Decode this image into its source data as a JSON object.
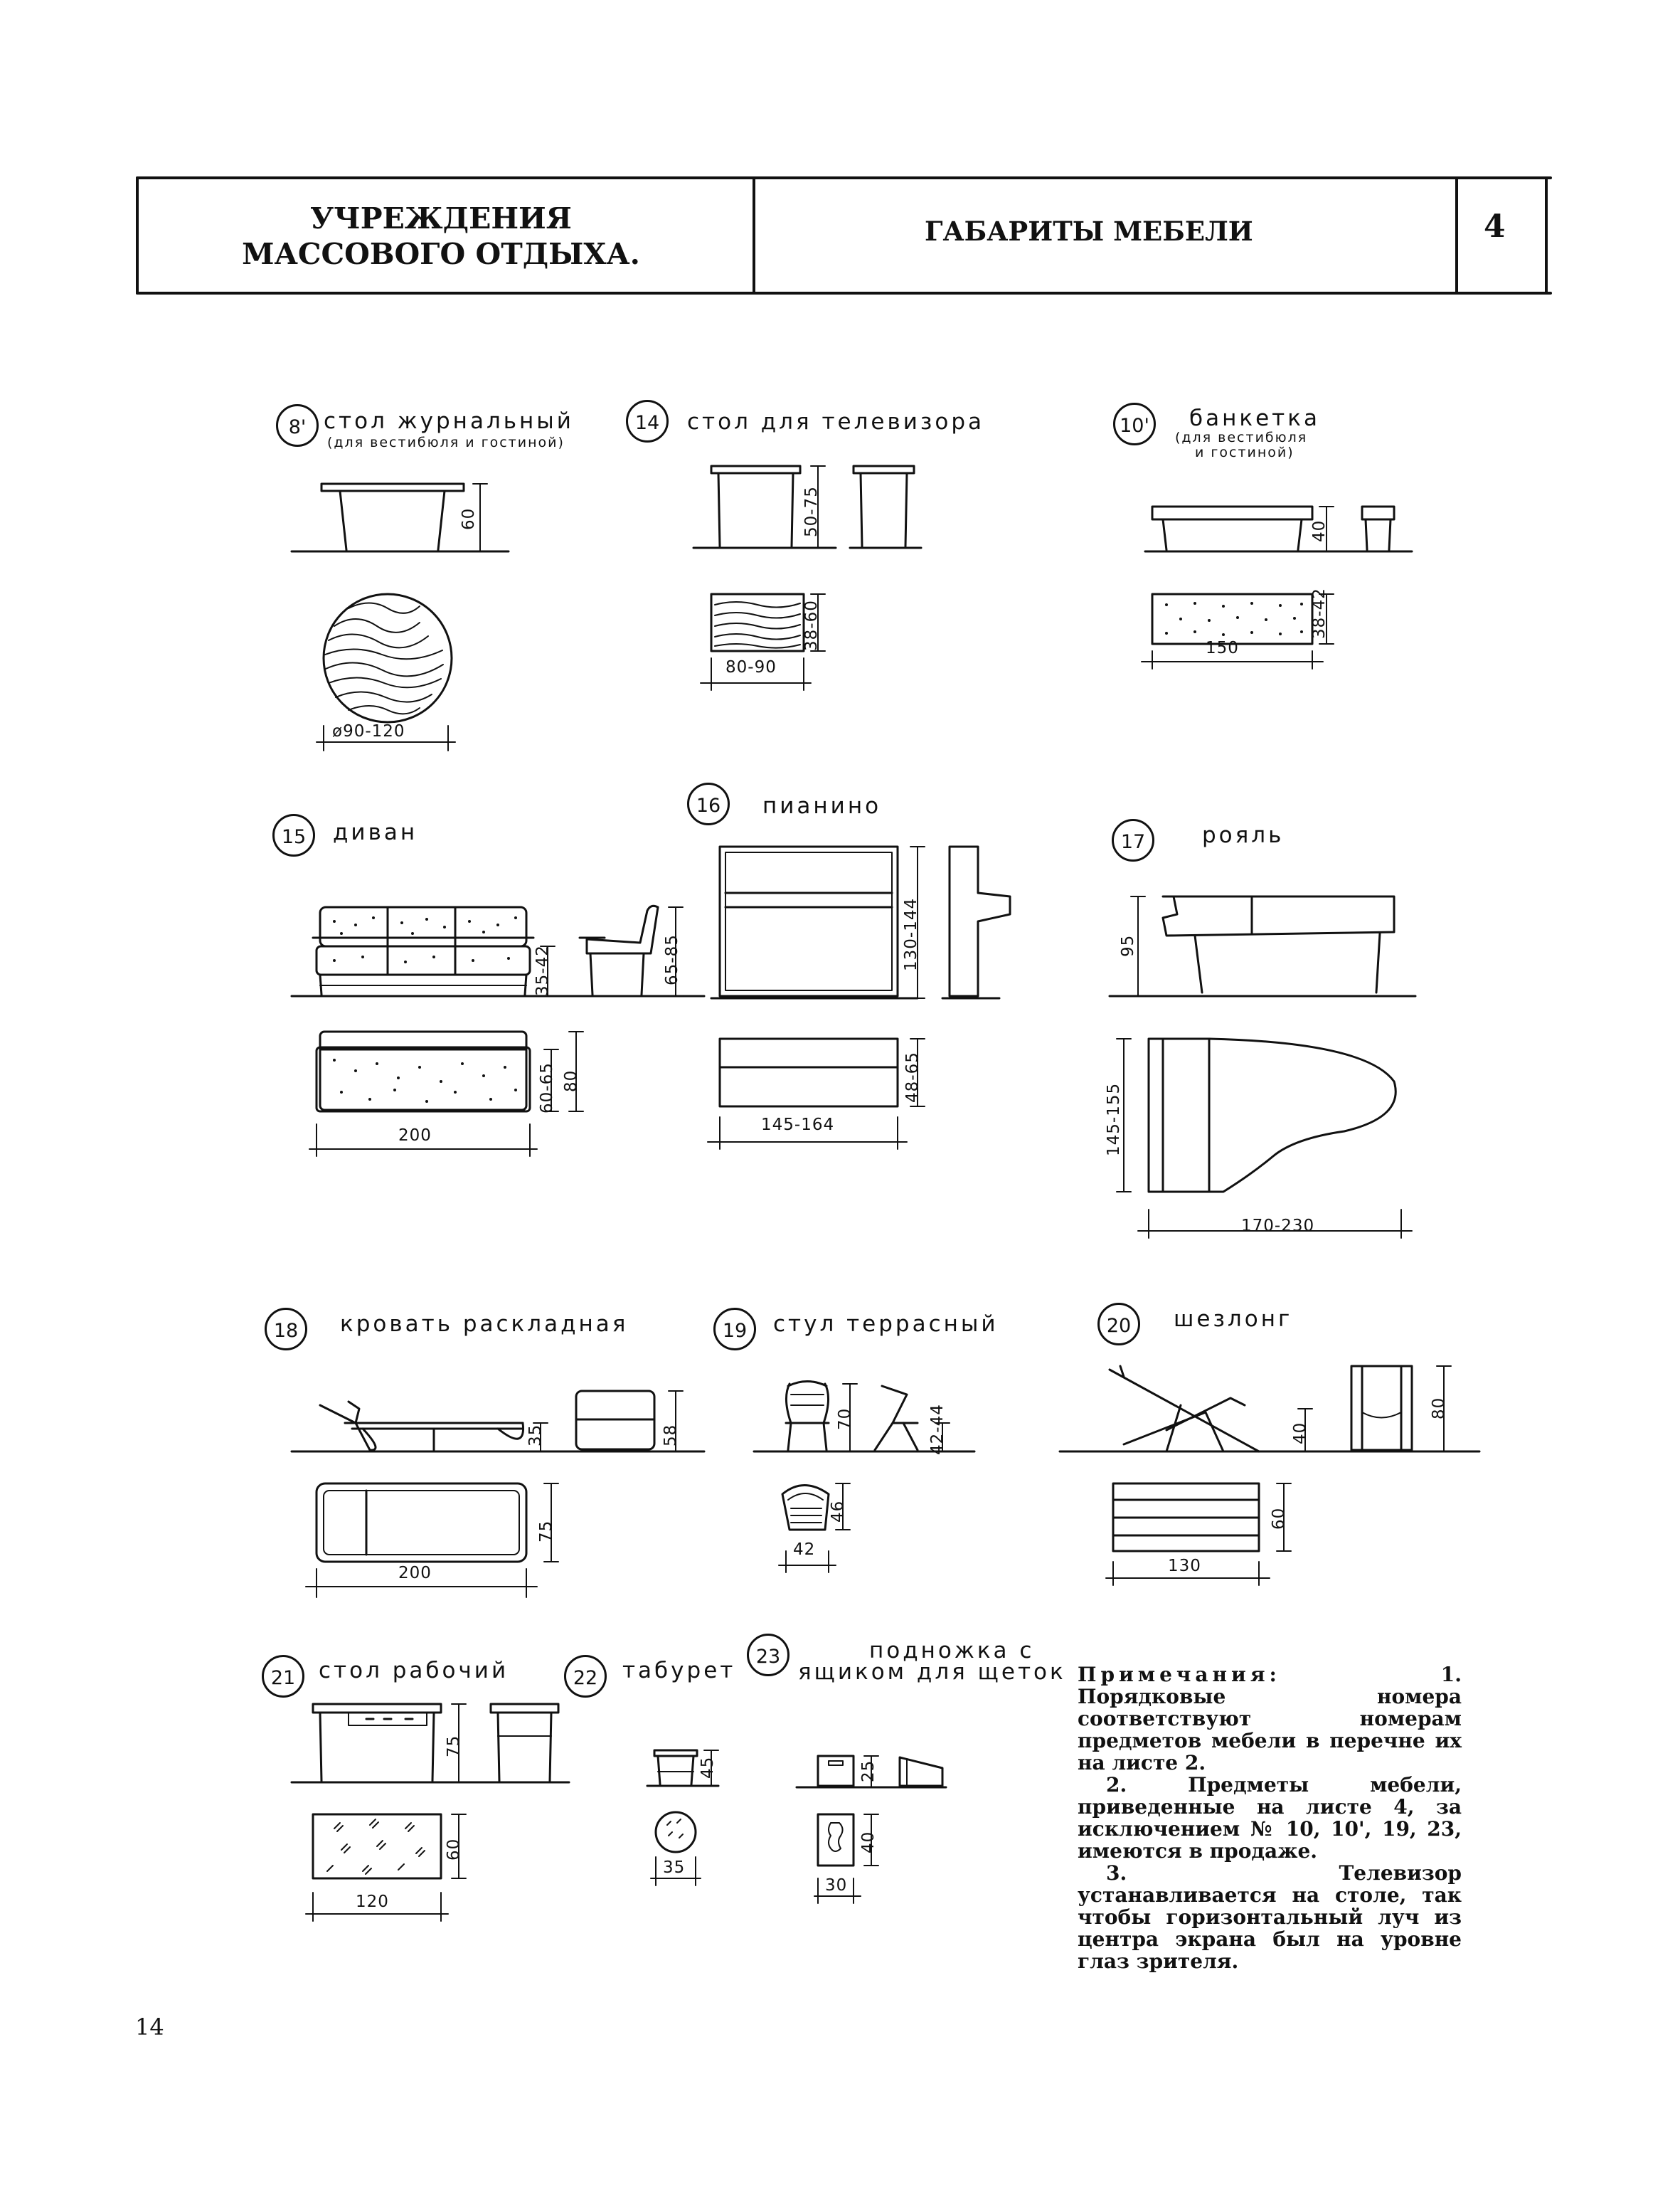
{
  "header": {
    "left_line1": "УЧРЕЖДЕНИЯ",
    "left_line2": "МАССОВОГО ОТДЫХА.",
    "center": "ГАБАРИТЫ МЕБЕЛИ",
    "sheet": "4"
  },
  "items": {
    "i8": {
      "num": "8'",
      "title": "стол журнальный",
      "sub": "(для вестибюля и гостиной)",
      "dims": {
        "h": "60",
        "d": "ø90-120"
      }
    },
    "i14": {
      "num": "14",
      "title": "стол для телевизора",
      "dims": {
        "h": "50-75",
        "w": "80-90",
        "d": "38-60"
      }
    },
    "i10": {
      "num": "10'",
      "title": "банкетка",
      "sub1": "(для вестибюля",
      "sub2": "и гостиной)",
      "dims": {
        "h": "40",
        "w": "150",
        "d": "38-42"
      }
    },
    "i15": {
      "num": "15",
      "title": "диван",
      "dims": {
        "h1": "35-42",
        "h2": "65-85",
        "w": "200",
        "d1": "60-65",
        "d2": "80"
      }
    },
    "i16": {
      "num": "16",
      "title": "пианино",
      "dims": {
        "h": "130-144",
        "w": "145-164",
        "d": "48-65"
      }
    },
    "i17": {
      "num": "17",
      "title": "рояль",
      "dims": {
        "h": "95",
        "d": "145-155",
        "w": "170-230"
      }
    },
    "i18": {
      "num": "18",
      "title": "кровать раскладная",
      "dims": {
        "h1": "35",
        "h2": "58",
        "d": "75",
        "w": "200"
      }
    },
    "i19": {
      "num": "19",
      "title": "стул террасный",
      "dims": {
        "h1": "70",
        "h2": "42-44",
        "d": "46",
        "w": "42"
      }
    },
    "i20": {
      "num": "20",
      "title": "шезлонг",
      "dims": {
        "h1": "40",
        "h2": "80",
        "d": "60",
        "w": "130"
      }
    },
    "i21": {
      "num": "21",
      "title": "стол рабочий",
      "dims": {
        "h": "75",
        "d": "60",
        "w": "120"
      }
    },
    "i22": {
      "num": "22",
      "title": "табурет",
      "dims": {
        "h": "45",
        "w": "35"
      }
    },
    "i23": {
      "num": "23",
      "title1": "подножка с",
      "title2": "ящиком для щеток",
      "dims": {
        "h1": "25",
        "h2": "40",
        "w": "30"
      }
    }
  },
  "notes": {
    "title": "Примечания:",
    "n1": "1. Порядковые номера соответствуют номерам предметов мебели в перечне их на листе 2.",
    "n2": "2. Предметы мебели, приведенные на листе 4, за исключением № 10, 10', 19, 23, имеются в продаже.",
    "n3": "3. Телевизор устанавливается на столе, так чтобы горизонтальный луч из центра экрана был на уровне глаз зрителя."
  },
  "page_number": "14"
}
